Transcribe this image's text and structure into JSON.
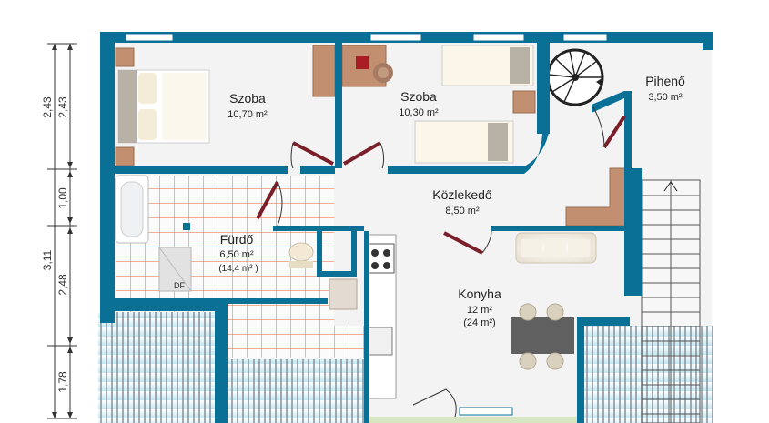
{
  "rooms": {
    "szoba1": {
      "name": "Szoba",
      "area": "10,70 m²"
    },
    "szoba2": {
      "name": "Szoba",
      "area": "10,30 m²"
    },
    "piheno": {
      "name": "Pihenő",
      "area": "3,50 m²"
    },
    "kozlekedo": {
      "name": "Közlekedő",
      "area": "8,50 m²"
    },
    "furdo": {
      "name": "Fürdő",
      "area": "6,50 m²",
      "note": "(14,4 m² )",
      "df": "DF"
    },
    "konyha": {
      "name": "Konyha",
      "area": "12 m²",
      "note": "(24 m²)"
    }
  },
  "dimensions": {
    "left_outer": [
      "3,11"
    ],
    "left_inner": [
      "2,43",
      "2,43",
      "1,00",
      "2,48",
      "1,78"
    ]
  },
  "colors": {
    "wall": "#0a7096",
    "floor": "#f3f3f3",
    "tile_line": "#e8825a",
    "door": "#7a1f2a",
    "wood": "#c29070"
  }
}
